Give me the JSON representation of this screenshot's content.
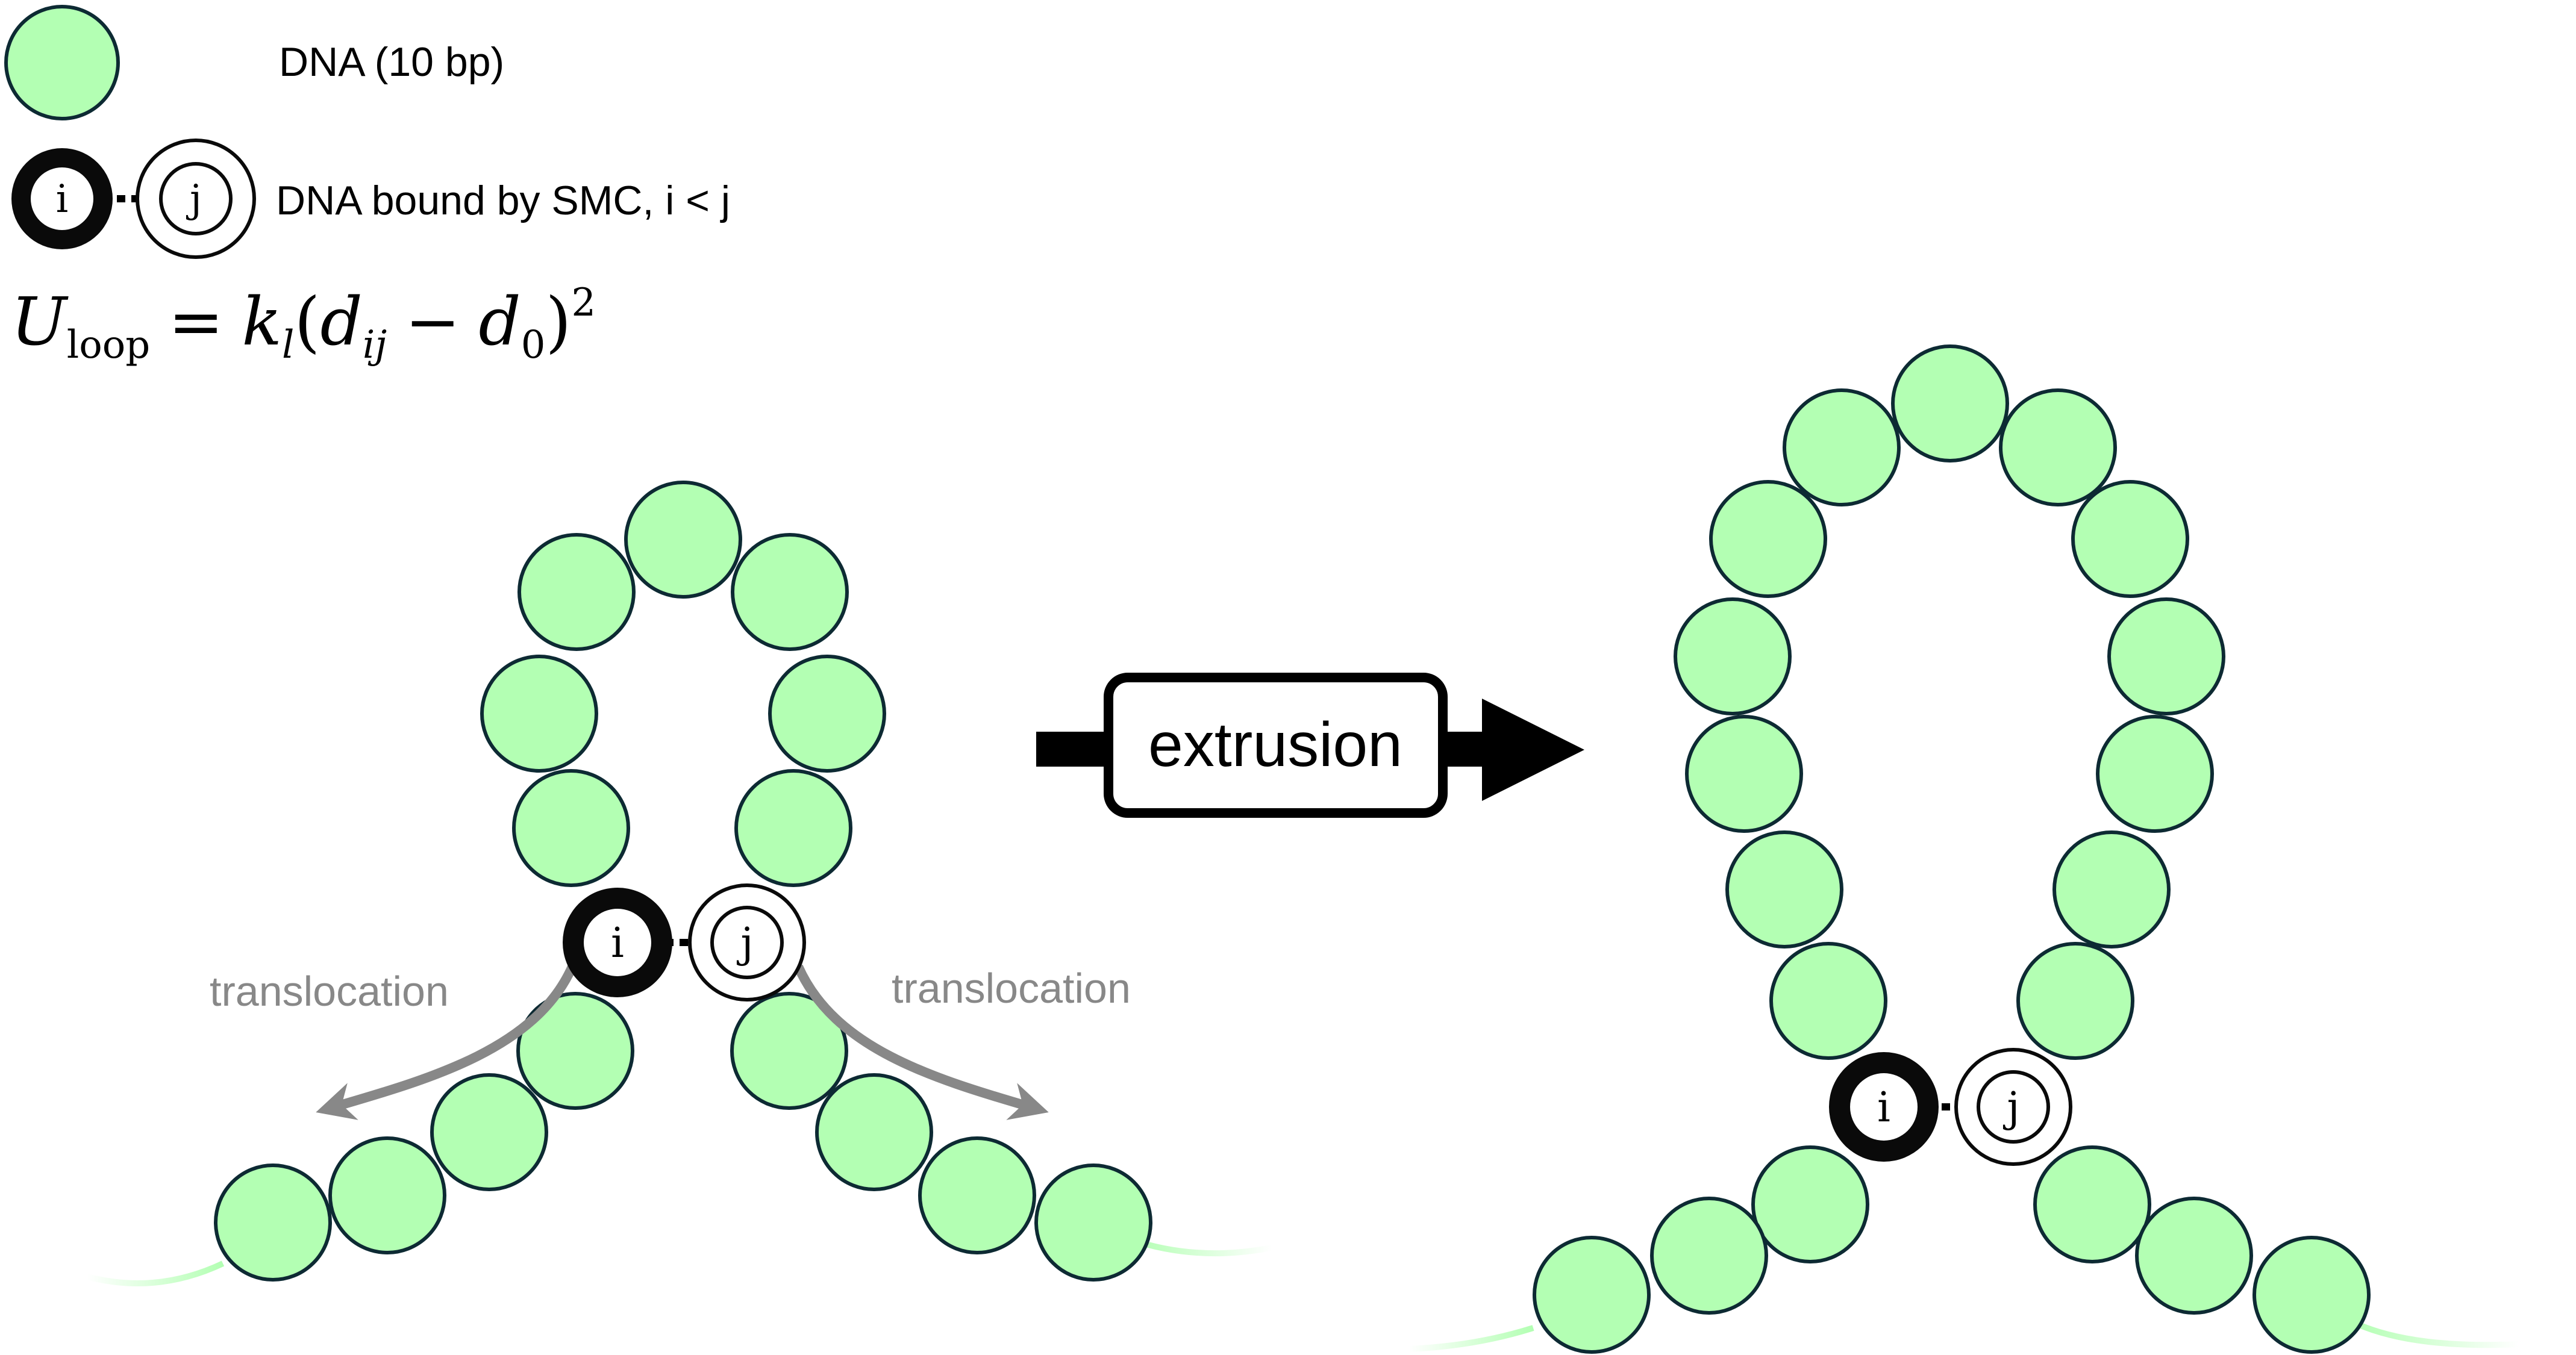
{
  "legend": {
    "dna_label": "DNA (10 bp)",
    "smc_label": "DNA bound by SMC, i < j",
    "i_symbol": "i",
    "j_symbol": "j"
  },
  "equation": {
    "U": "U",
    "U_sub": "loop",
    "equals": "=",
    "k": "k",
    "k_sub": "l",
    "open": "(",
    "d": "d",
    "d_sub": "ij",
    "minus": "−",
    "d0": "d",
    "d0_sub": "0",
    "close": ")",
    "power": "2"
  },
  "process": {
    "arrow_label": "extrusion",
    "translocation_left": "translocation",
    "translocation_right": "translocation"
  },
  "colors": {
    "dna_fill": "#b3ffb3",
    "dna_stroke": "#0d2a33",
    "smc_dark": "#0a0a0a",
    "translocation_arrow": "#888888",
    "tail": "#b3ffb3"
  }
}
